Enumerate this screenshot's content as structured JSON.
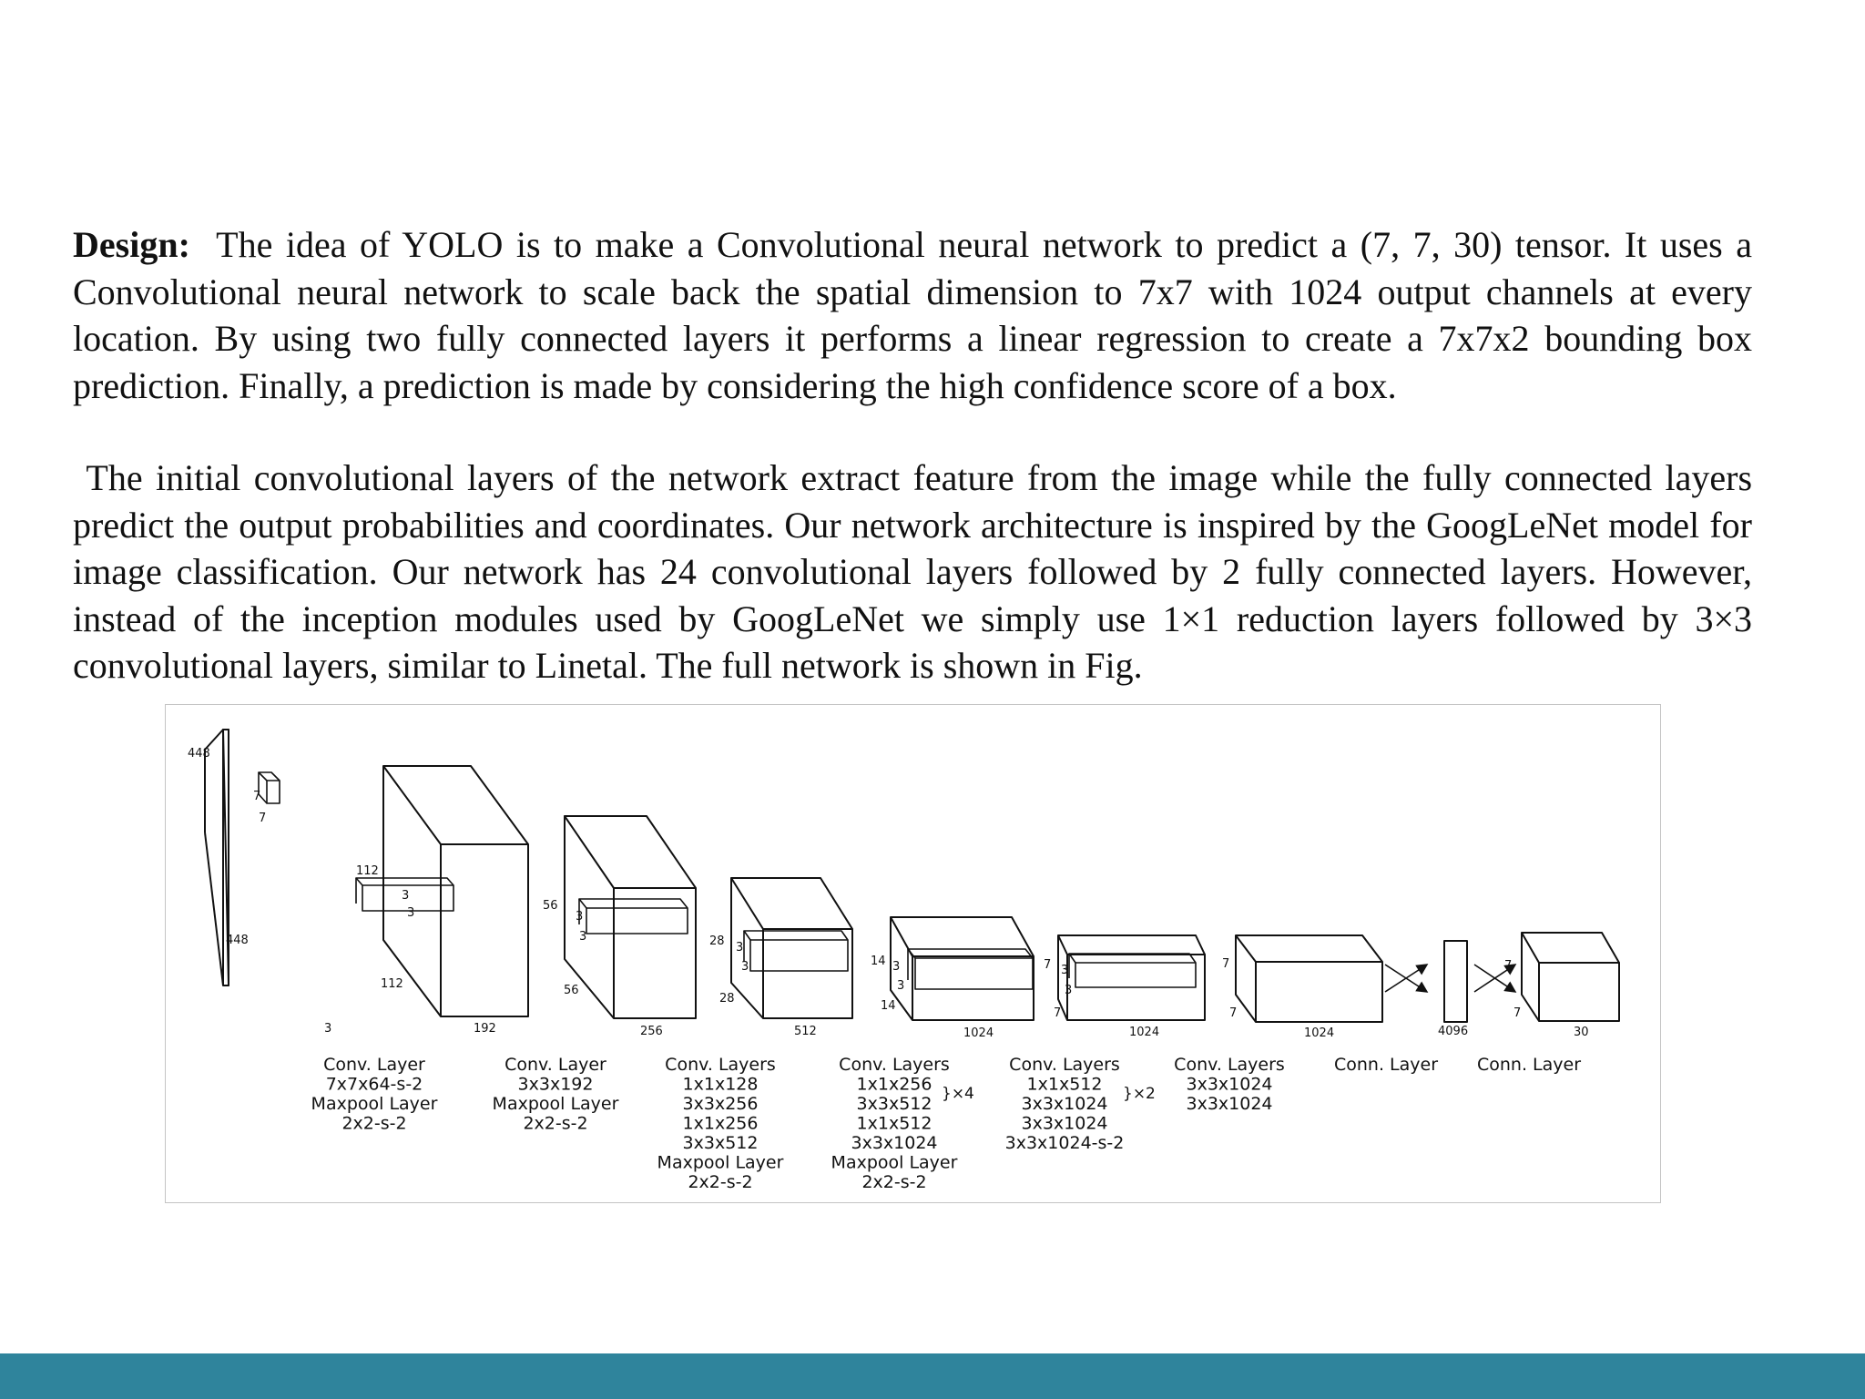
{
  "colors": {
    "footer_bar": "#2f849c",
    "text": "#111111",
    "figure_border": "#c4c4c4"
  },
  "paragraph1": {
    "lead": "Design:",
    "text": "The idea of YOLO is to make a Convolutional neural network to predict a (7, 7, 30) tensor. It uses a Convolutional neural network to scale back the spatial dimension to 7x7 with 1024 output channels at every location. By using two fully connected layers it performs a linear regression to create a 7x7x2 bounding box prediction. Finally, a prediction is made by considering the high confidence score of a box."
  },
  "paragraph2": {
    "text": "The initial convolutional layers of the network extract feature from the image while the fully connected layers predict the output probabilities and coordinates. Our network architecture is inspired by the GoogLeNet model for image classification. Our network has 24 convolutional layers followed by 2 fully connected layers. However, instead of the inception modules used by GoogLeNet we simply use 1×1 reduction layers followed by 3×3 convolutional layers, similar to Linetal. The full network is shown in Fig."
  },
  "figure": {
    "dims": {
      "input_h": "448",
      "input_w": "448",
      "input_c": "3",
      "k1_a": "7",
      "k1_b": "7",
      "b1_h": "112",
      "b1_w": "112",
      "b1_c": "192",
      "b1_k_a": "3",
      "b1_k_b": "3",
      "b2_h": "56",
      "b2_w": "56",
      "b2_c": "256",
      "b2_k_a": "3",
      "b2_k_b": "3",
      "b3_h": "28",
      "b3_w": "28",
      "b3_c": "512",
      "b3_k_a": "3",
      "b3_k_b": "3",
      "b4_h": "14",
      "b4_w": "14",
      "b4_c": "1024",
      "b4_k_a": "3",
      "b4_k_b": "3",
      "b5_h": "7",
      "b5_w": "7",
      "b5_c": "1024",
      "b5_k_a": "3",
      "b5_k_b": "3",
      "b6_h": "7",
      "b6_w": "7",
      "b6_c": "1024",
      "fc1": "4096",
      "out_h": "7",
      "out_w": "7",
      "out_c": "30"
    },
    "captions": {
      "c1": [
        "Conv. Layer",
        "7x7x64-s-2",
        "Maxpool Layer",
        "2x2-s-2"
      ],
      "c2": [
        "Conv. Layer",
        "3x3x192",
        "Maxpool Layer",
        "2x2-s-2"
      ],
      "c3": [
        "Conv. Layers",
        "1x1x128",
        "3x3x256",
        "1x1x256",
        "3x3x512",
        "Maxpool Layer",
        "2x2-s-2"
      ],
      "c4": [
        "Conv. Layers",
        "1x1x256",
        "3x3x512",
        "1x1x512",
        "3x3x1024",
        "Maxpool Layer",
        "2x2-s-2"
      ],
      "c5": [
        "Conv. Layers",
        "1x1x512",
        "3x3x1024",
        "3x3x1024",
        "3x3x1024-s-2"
      ],
      "c6": [
        "Conv. Layers",
        "3x3x1024",
        "3x3x1024"
      ],
      "c7": [
        "Conn. Layer"
      ],
      "c8": [
        "Conn. Layer"
      ]
    },
    "repeat_marks": {
      "c4": "}×4",
      "c5": "}×2"
    }
  }
}
